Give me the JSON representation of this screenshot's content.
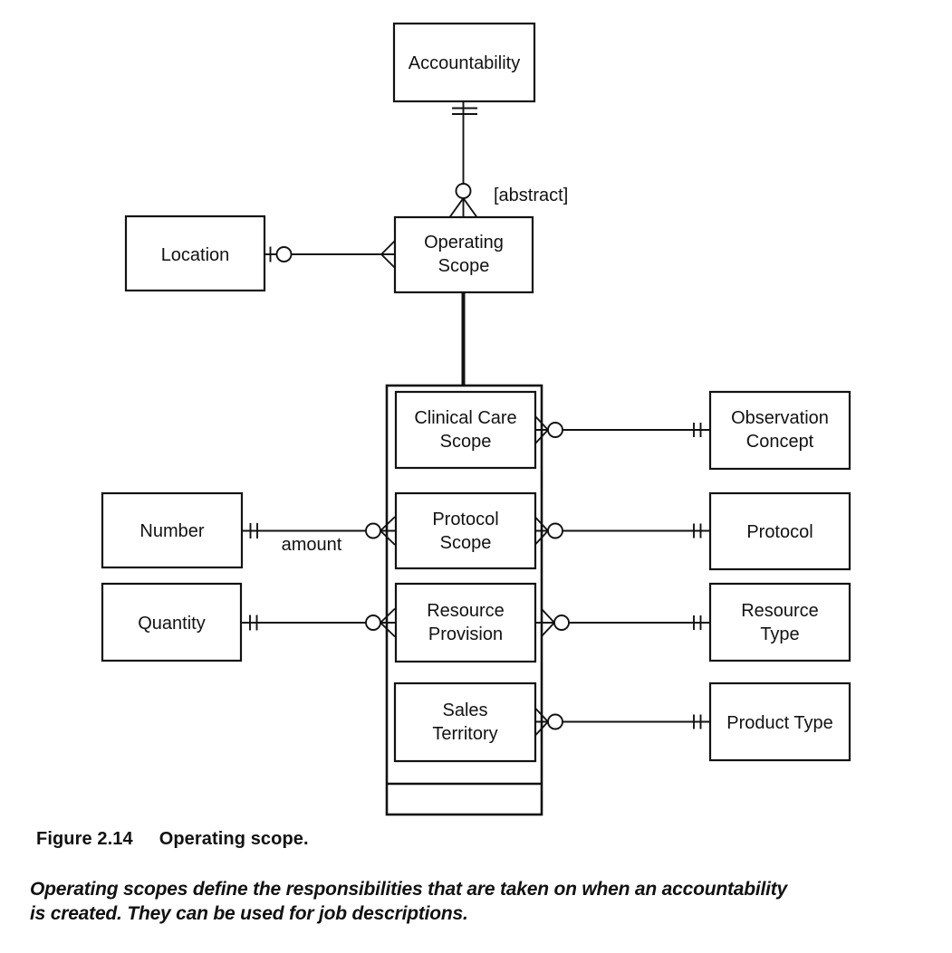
{
  "diagram": {
    "nodes": {
      "accountability": {
        "label": "Accountability"
      },
      "location": {
        "label": "Location"
      },
      "operating_scope": {
        "line1": "Operating",
        "line2": "Scope"
      },
      "clinical_care_scope": {
        "line1": "Clinical Care",
        "line2": "Scope"
      },
      "protocol_scope": {
        "line1": "Protocol",
        "line2": "Scope"
      },
      "resource_provision": {
        "line1": "Resource",
        "line2": "Provision"
      },
      "sales_territory": {
        "line1": "Sales",
        "line2": "Territory"
      },
      "number": {
        "label": "Number"
      },
      "quantity": {
        "label": "Quantity"
      },
      "observation_concept": {
        "line1": "Observation",
        "line2": "Concept"
      },
      "protocol": {
        "label": "Protocol"
      },
      "resource_type": {
        "line1": "Resource",
        "line2": "Type"
      },
      "product_type": {
        "label": "Product Type"
      }
    },
    "annotations": {
      "abstract_label": "[abstract]",
      "amount_label": "amount"
    },
    "colors": {
      "line": "#121212",
      "background": "#ffffff"
    }
  },
  "caption": {
    "figure_number": "Figure 2.14",
    "title": "Operating scope."
  },
  "description": {
    "line1": "Operating scopes define the responsibilities that are taken on when an accountability",
    "line2": "is created. They can be used for job descriptions."
  }
}
